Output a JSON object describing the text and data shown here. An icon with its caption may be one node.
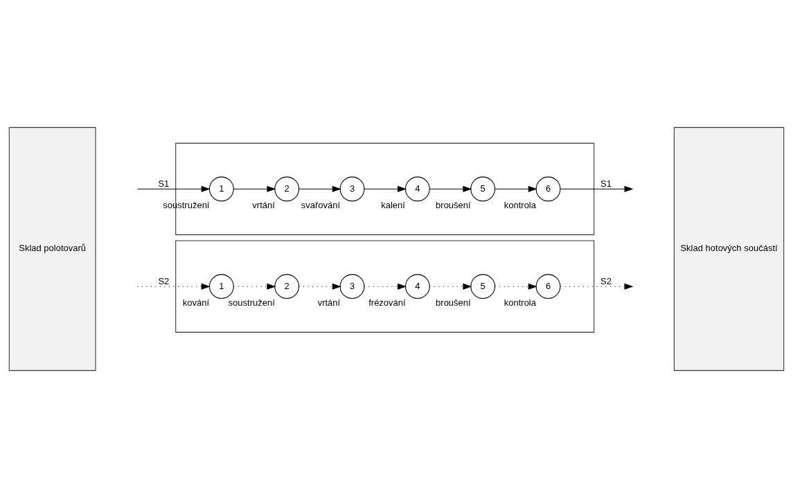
{
  "diagram": {
    "nodes": [
      {
        "text": [
          "Sklad polotovarů"
        ]
      },
      {
        "text": [],
        "shape": "box"
      },
      {
        "text": [
          "1"
        ],
        "in": 1,
        "beside": [
          "soustružení"
        ]
      },
      {
        "text": [
          "2"
        ],
        "in": 1,
        "beside": [
          "vrtání"
        ]
      },
      {
        "text": [
          "3"
        ],
        "in": 1,
        "beside": [
          "svařování"
        ]
      },
      {
        "text": [
          "4"
        ],
        "in": 1,
        "beside": [
          "kalení"
        ]
      },
      {
        "text": [
          "5"
        ],
        "in": 1,
        "beside": [
          "broušení"
        ]
      },
      {
        "text": [
          "6"
        ],
        "in": 1,
        "beside": [
          "kontrola"
        ]
      },
      {
        "text": [],
        "shape": "box"
      },
      {
        "text": [
          "1"
        ],
        "in": 8,
        "beside": [
          "kování"
        ]
      },
      {
        "text": [
          "2"
        ],
        "in": 8,
        "beside": [
          "soustružení"
        ]
      },
      {
        "text": [
          "3"
        ],
        "in": 8,
        "beside": [
          "vrtání"
        ]
      },
      {
        "text": [
          "4"
        ],
        "in": 8,
        "beside": [
          "frézování"
        ]
      },
      {
        "text": [
          "5"
        ],
        "in": 8,
        "beside": [
          "broušení"
        ]
      },
      {
        "text": [
          "6"
        ],
        "in": 8,
        "beside": [
          "kontrola"
        ]
      },
      {
        "text": [
          "Sklad hotových součástí"
        ]
      }
    ],
    "edges": [
      {
        "from": null,
        "to": 2,
        "arrow": "to",
        "label": "S1"
      },
      {
        "from": 2,
        "to": 3,
        "arrow": "to"
      },
      {
        "from": 3,
        "to": 4,
        "arrow": "to"
      },
      {
        "from": 4,
        "to": 5,
        "arrow": "to"
      },
      {
        "from": 5,
        "to": 6,
        "arrow": "to"
      },
      {
        "from": 6,
        "to": 7,
        "arrow": "to"
      },
      {
        "from": 7,
        "to": null,
        "arrow": "to",
        "label": "S1"
      },
      {
        "from": null,
        "to": 9,
        "arrow": "to",
        "label": "S2",
        "style": "dashed"
      },
      {
        "from": 9,
        "to": 10,
        "arrow": "to",
        "style": "dashed"
      },
      {
        "from": 10,
        "to": 11,
        "arrow": "to",
        "style": "dashed"
      },
      {
        "from": 11,
        "to": 12,
        "arrow": "to",
        "style": "dashed"
      },
      {
        "from": 12,
        "to": 13,
        "arrow": "to",
        "style": "dashed"
      },
      {
        "from": 13,
        "to": 14,
        "arrow": "to",
        "style": "dashed"
      },
      {
        "from": 14,
        "to": null,
        "arrow": "to",
        "label": "S2",
        "style": "dashed"
      }
    ]
  }
}
